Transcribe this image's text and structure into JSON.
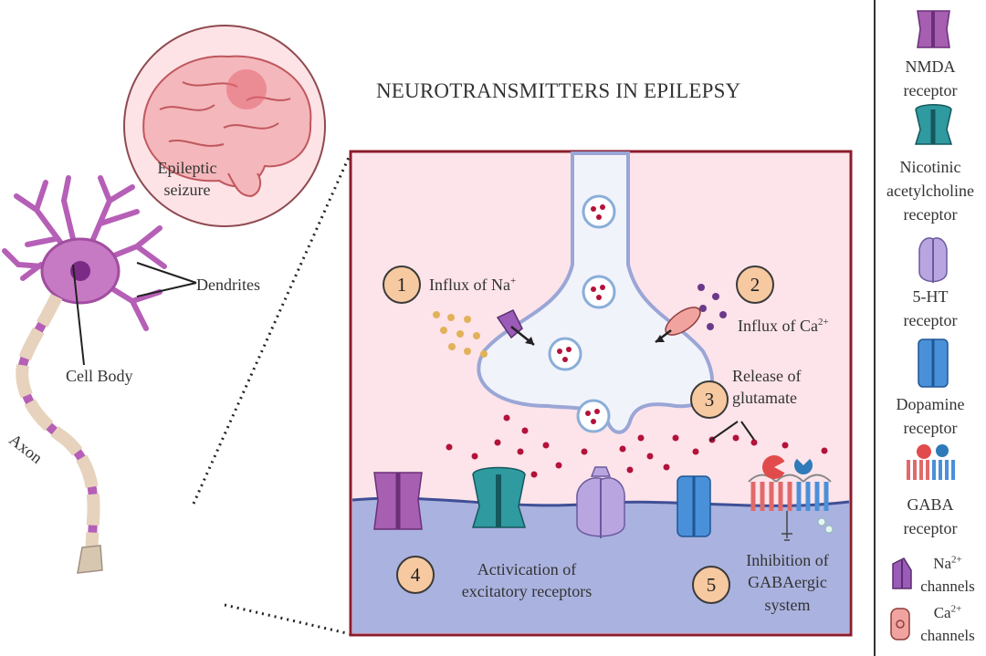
{
  "title": "NEUROTRANSMITTERS IN EPILEPSY",
  "brain": {
    "label_line1": "Epileptic",
    "label_line2": "seizure"
  },
  "neuron": {
    "dendrites": "Dendrites",
    "cell_body": "Cell Body",
    "axon": "Axon"
  },
  "steps": [
    {
      "number": "1",
      "label": "Influx of Na",
      "sup": "+"
    },
    {
      "number": "2",
      "label": "Influx of Ca",
      "sup": "2+"
    },
    {
      "number": "3",
      "line1": "Release of",
      "line2": "glutamate"
    },
    {
      "number": "4",
      "line1": "Activication of",
      "line2": "excitatory receptors"
    },
    {
      "number": "5",
      "line1": "Inhibition of",
      "line2": "GABAergic",
      "line3": "system"
    }
  ],
  "legend": [
    {
      "line1": "NMDA",
      "line2": "receptor",
      "color": "#a65fb1"
    },
    {
      "line1": "Nicotinic",
      "line2": "acetylcholine",
      "line3": "receptor",
      "color": "#2f9aa0"
    },
    {
      "line1": "5-HT",
      "line2": "receptor",
      "color": "#b9a6e0"
    },
    {
      "line1": "Dopamine",
      "line2": "receptor",
      "color": "#4a90d9"
    },
    {
      "line1": "GABA",
      "line2": "receptor",
      "color": "#e06a6a"
    },
    {
      "line1": "Na",
      "sup1": "2+",
      "line2": "channels",
      "color": "#9b5bb8"
    },
    {
      "line1": "Ca",
      "sup1": "2+",
      "line2": "channels",
      "color": "#e98a86"
    }
  ],
  "colors": {
    "synapse_bg": "#fde4ea",
    "postsynaptic": "#aab2df",
    "box_border": "#8b1d2c",
    "vesicle_dot": "#b3123a",
    "step_circle": "#f7c9a1"
  }
}
